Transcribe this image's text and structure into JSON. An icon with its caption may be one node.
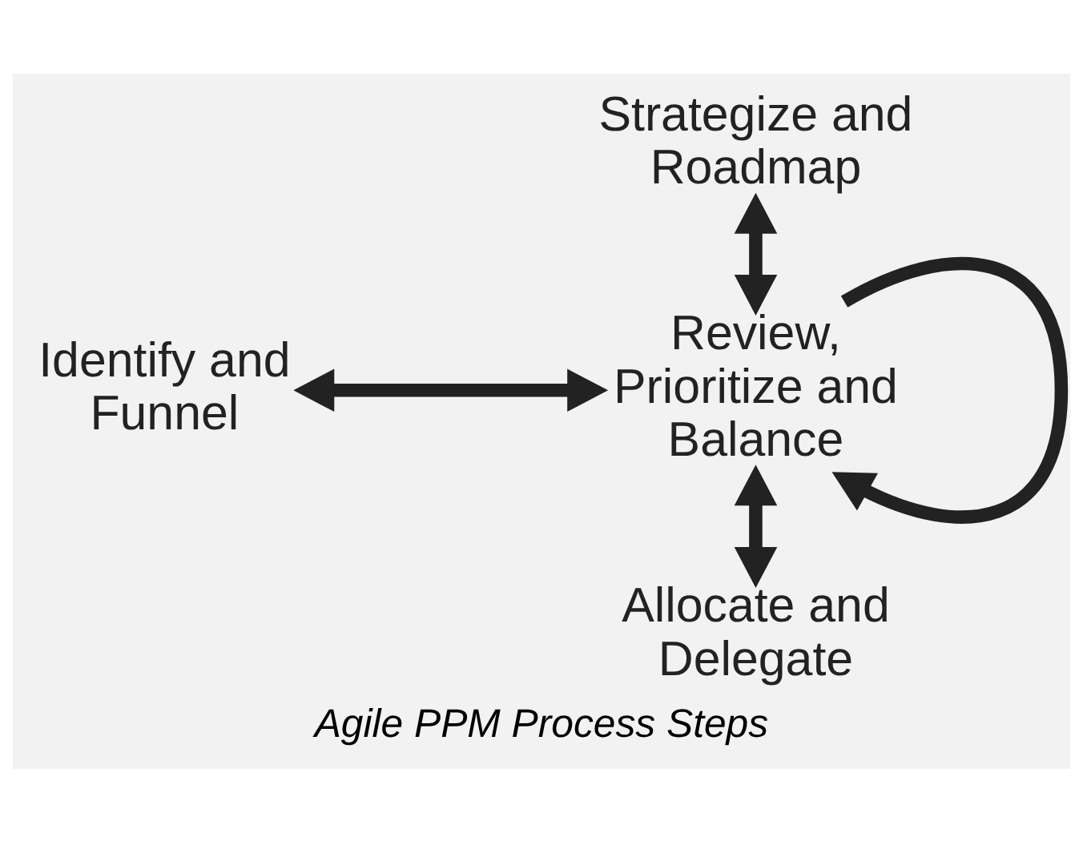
{
  "diagram": {
    "caption": "Agile PPM Process Steps",
    "nodes": [
      {
        "text": [
          "Strategize and Roadmap"
        ]
      },
      {
        "text": [
          "Identify and Funnel"
        ]
      },
      {
        "text": [
          "Review, Prioritize and Balance"
        ]
      },
      {
        "text": [
          "Allocate and Delegate"
        ]
      }
    ],
    "edges": [
      {
        "from": 0,
        "to": 2,
        "arrow": "both"
      },
      {
        "from": 1,
        "to": 2,
        "arrow": "both"
      },
      {
        "from": 2,
        "to": 3,
        "arrow": "both"
      },
      {
        "from": 2,
        "to": 2,
        "arrow": "to"
      }
    ]
  }
}
